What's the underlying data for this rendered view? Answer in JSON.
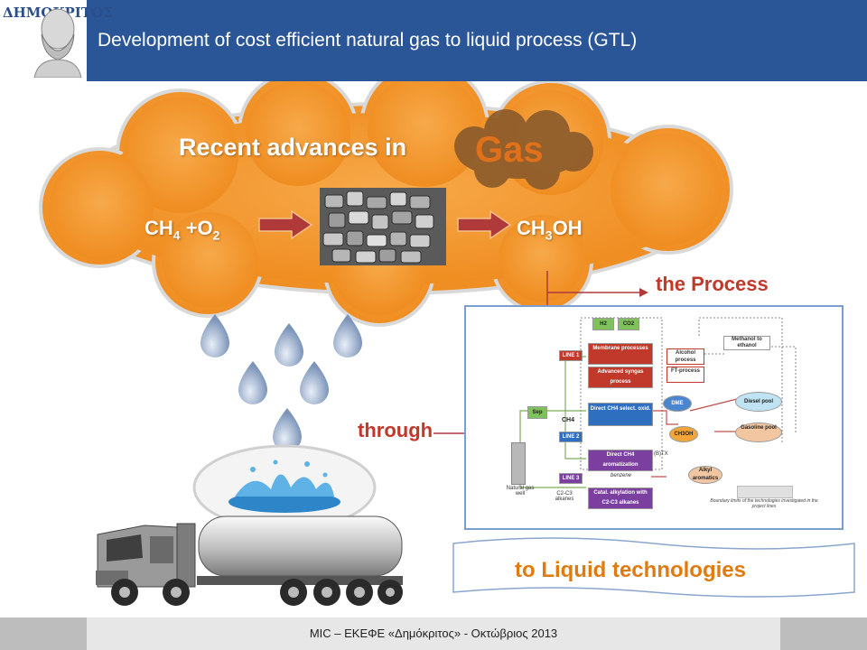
{
  "header": {
    "logo_letters": "ΔΗΜΟΚΡΙΤΟΣ",
    "title": "Development of cost efficient natural gas to liquid process (GTL)"
  },
  "cloud": {
    "heading": "Recent advances in",
    "highlight": "Gas",
    "reaction_left": "CH4 +O2",
    "reaction_right": "CH3OH"
  },
  "labels": {
    "process": "the Process",
    "through": "through",
    "liquid": "to Liquid technologies"
  },
  "diagram": {
    "h2": "H2",
    "co2": "CO2",
    "line1": "LINE 1",
    "line2": "LINE 2",
    "line3": "LINE 3",
    "membrane": "Membrane processes",
    "advanced_syngas": "Advanced syngas process",
    "alcohol": "Alcohol process",
    "ft": "FT-process",
    "methanol_ethanol": "Methanol to ethanol",
    "direct_oxid": "Direct CH4 select. oxid.",
    "direct_arom": "Direct CH4 aromatization",
    "catal_alkyl": "Catal. alkylation with C2-C3 alkanes",
    "dme": "DME",
    "ch3oh": "CH3OH",
    "diesel": "Diesel pool",
    "gasoline": "Gasoline pool",
    "sep": "Sep",
    "ch4": "CH4",
    "btx": "(B)TX",
    "benzene": "benzene",
    "alkyl_aromatics": "Alkyl aromatics",
    "natural_gas_well": "Natural gas well",
    "c2c3": "C2-C3 alkanes",
    "boundary_note": "Boundary limits of the technologies investigated in the project lines"
  },
  "footer": {
    "text": "MIC – ΕΚΕΦΕ «Δημόκριτος» - Οκτώβριος 2013"
  },
  "colors": {
    "header": "#2a5597",
    "cloud": "#f39a2e",
    "arrow": "#b03a3a",
    "process_text": "#c0392b",
    "liquid_text": "#e07b12"
  }
}
